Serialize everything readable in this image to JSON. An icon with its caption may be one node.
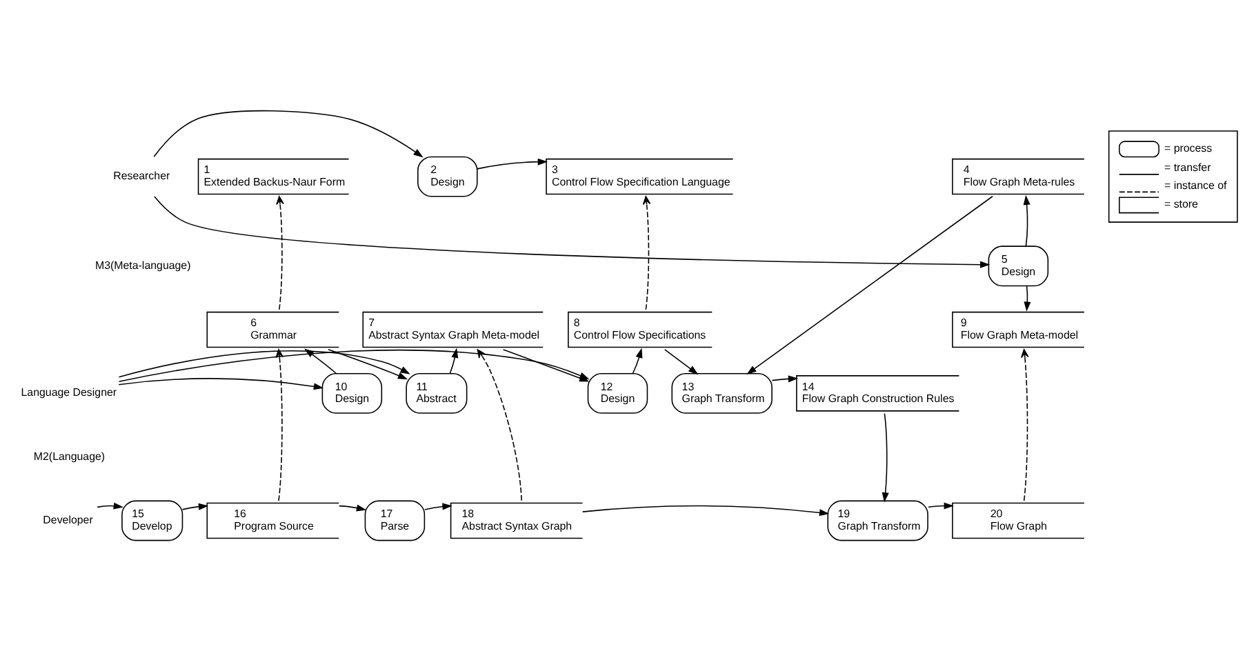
{
  "diagram": {
    "nodes": [
      {
        "text": [
          "Researcher"
        ]
      },
      {
        "text": [
          "1",
          "Extended Backus-Naur Form"
        ]
      },
      {
        "text": [
          "2",
          "Design"
        ]
      },
      {
        "text": [
          "3",
          "Control Flow Specification Language"
        ]
      },
      {
        "text": [
          "4",
          "Flow Graph Meta-rules"
        ]
      },
      {
        "text": [
          "5",
          "Design"
        ]
      },
      {
        "text": [
          "Language Designer"
        ]
      },
      {
        "text": [
          "6",
          "Grammar"
        ]
      },
      {
        "text": [
          "7",
          "Abstract Syntax Graph Meta-model"
        ]
      },
      {
        "text": [
          "8",
          "Control Flow Specifications"
        ]
      },
      {
        "text": [
          "9",
          "Flow Graph Meta-model"
        ]
      },
      {
        "text": [
          "10",
          "Design"
        ]
      },
      {
        "text": [
          "11",
          "Abstract"
        ]
      },
      {
        "text": [
          "12",
          "Design"
        ]
      },
      {
        "text": [
          "13",
          "Graph Transform"
        ]
      },
      {
        "text": [
          "14",
          "Flow Graph Construction Rules"
        ]
      },
      {
        "text": [
          "Developer"
        ]
      },
      {
        "text": [
          "15",
          "Develop"
        ]
      },
      {
        "text": [
          "16",
          "Program Source"
        ]
      },
      {
        "text": [
          "17",
          "Parse"
        ]
      },
      {
        "text": [
          "18",
          "Abstract Syntax Graph"
        ]
      },
      {
        "text": [
          "19",
          "Graph Transform"
        ]
      },
      {
        "text": [
          "20",
          "Flow Graph"
        ]
      }
    ],
    "edges": [
      {
        "from": 0,
        "to": 2,
        "arrow": "to"
      },
      {
        "from": 0,
        "to": 5,
        "arrow": "to"
      },
      {
        "from": 2,
        "to": 3,
        "arrow": "to"
      },
      {
        "from": 5,
        "to": 4,
        "arrow": "to"
      },
      {
        "from": 5,
        "to": 10,
        "arrow": "to"
      },
      {
        "from": 7,
        "to": 1,
        "arrow": "to",
        "style": "dashed"
      },
      {
        "from": 9,
        "to": 3,
        "arrow": "to",
        "style": "dashed"
      },
      {
        "from": 6,
        "to": 11,
        "arrow": "to"
      },
      {
        "from": 6,
        "to": 12,
        "arrow": "to"
      },
      {
        "from": 6,
        "to": 13,
        "arrow": "to"
      },
      {
        "from": 11,
        "to": 7,
        "arrow": "to"
      },
      {
        "from": 7,
        "to": 12,
        "arrow": "to"
      },
      {
        "from": 12,
        "to": 8,
        "arrow": "to"
      },
      {
        "from": 8,
        "to": 13,
        "arrow": "to"
      },
      {
        "from": 13,
        "to": 9,
        "arrow": "to"
      },
      {
        "from": 9,
        "to": 14,
        "arrow": "to"
      },
      {
        "from": 4,
        "to": 14,
        "arrow": "to"
      },
      {
        "from": 14,
        "to": 15,
        "arrow": "to"
      },
      {
        "from": 15,
        "to": 21,
        "arrow": "to"
      },
      {
        "from": 18,
        "to": 7,
        "arrow": "to",
        "style": "dashed"
      },
      {
        "from": 20,
        "to": 8,
        "arrow": "to",
        "style": "dashed"
      },
      {
        "from": 22,
        "to": 10,
        "arrow": "to",
        "style": "dashed"
      },
      {
        "from": 16,
        "to": 17,
        "arrow": "to"
      },
      {
        "from": 17,
        "to": 18,
        "arrow": "to"
      },
      {
        "from": 18,
        "to": 19,
        "arrow": "to"
      },
      {
        "from": 19,
        "to": 20,
        "arrow": "to"
      },
      {
        "from": 20,
        "to": 21,
        "arrow": "to"
      },
      {
        "from": 21,
        "to": 22,
        "arrow": "to"
      }
    ],
    "labels": [
      "M3(Meta-language)",
      "M2(Language)"
    ],
    "legend": [
      {
        "text": "= process"
      },
      {
        "text": "= transfer"
      },
      {
        "text": "= instance of"
      },
      {
        "text": "= store"
      }
    ]
  }
}
